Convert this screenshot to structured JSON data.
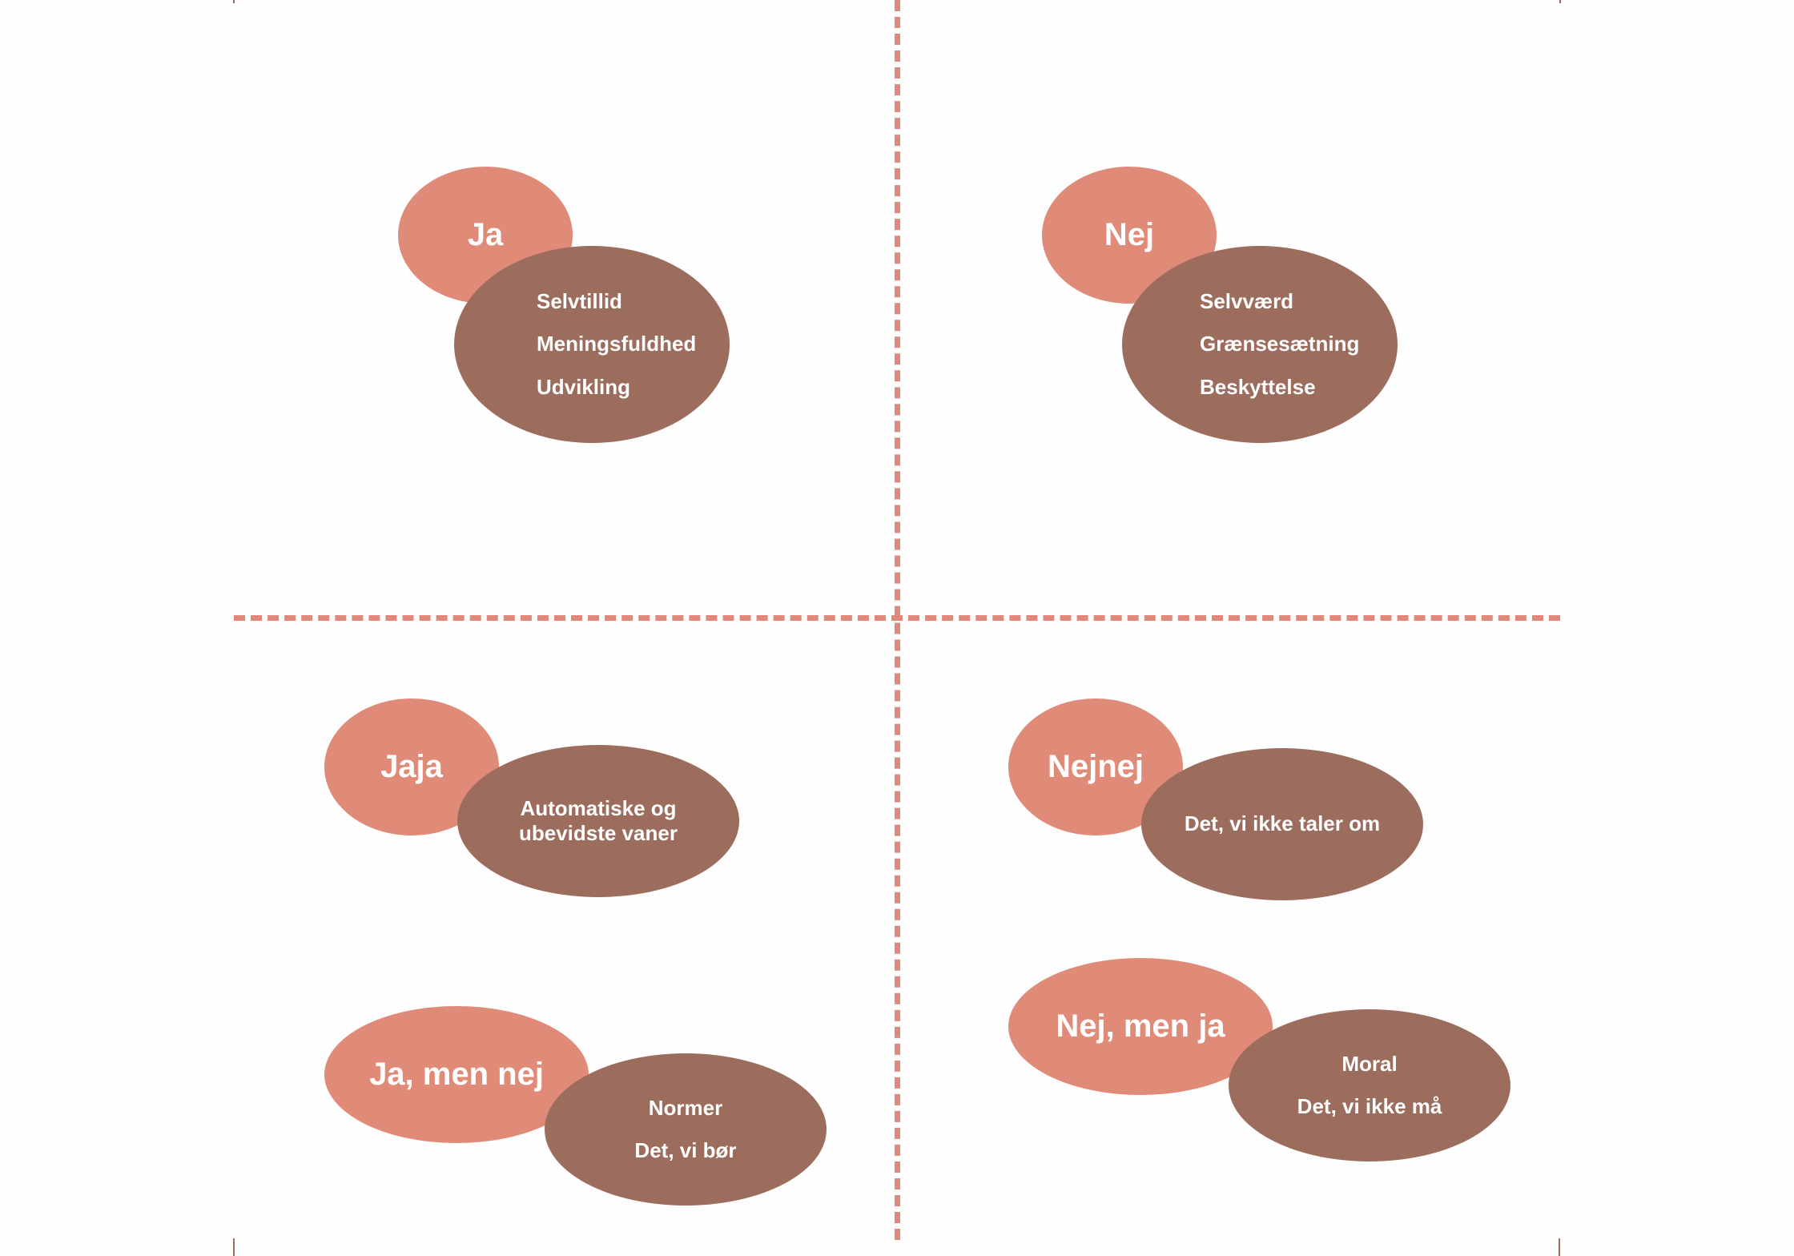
{
  "quadrants": {
    "ja": {
      "head": "Ja",
      "items": [
        "Selvtillid",
        "Meningsfuldhed",
        "Udvikling"
      ]
    },
    "nej": {
      "head": "Nej",
      "items": [
        "Selvværd",
        "Grænsesætning",
        "Beskyttelse"
      ]
    },
    "jaja": {
      "head": "Jaja",
      "text_lines": [
        "Automatiske og",
        "ubevidste vaner"
      ]
    },
    "nejnej": {
      "head": "Nejnej",
      "text": "Det, vi ikke taler om"
    },
    "ja_men_nej": {
      "head": "Ja, men nej",
      "items": [
        "Normer",
        "Det, vi bør"
      ]
    },
    "nej_men_ja": {
      "head": "Nej, men ja",
      "items": [
        "Moral",
        "Det, vi ikke må"
      ]
    }
  },
  "colors": {
    "accent": "#e08a78",
    "dark": "#9c6c5d",
    "divider": "#e0897a"
  }
}
